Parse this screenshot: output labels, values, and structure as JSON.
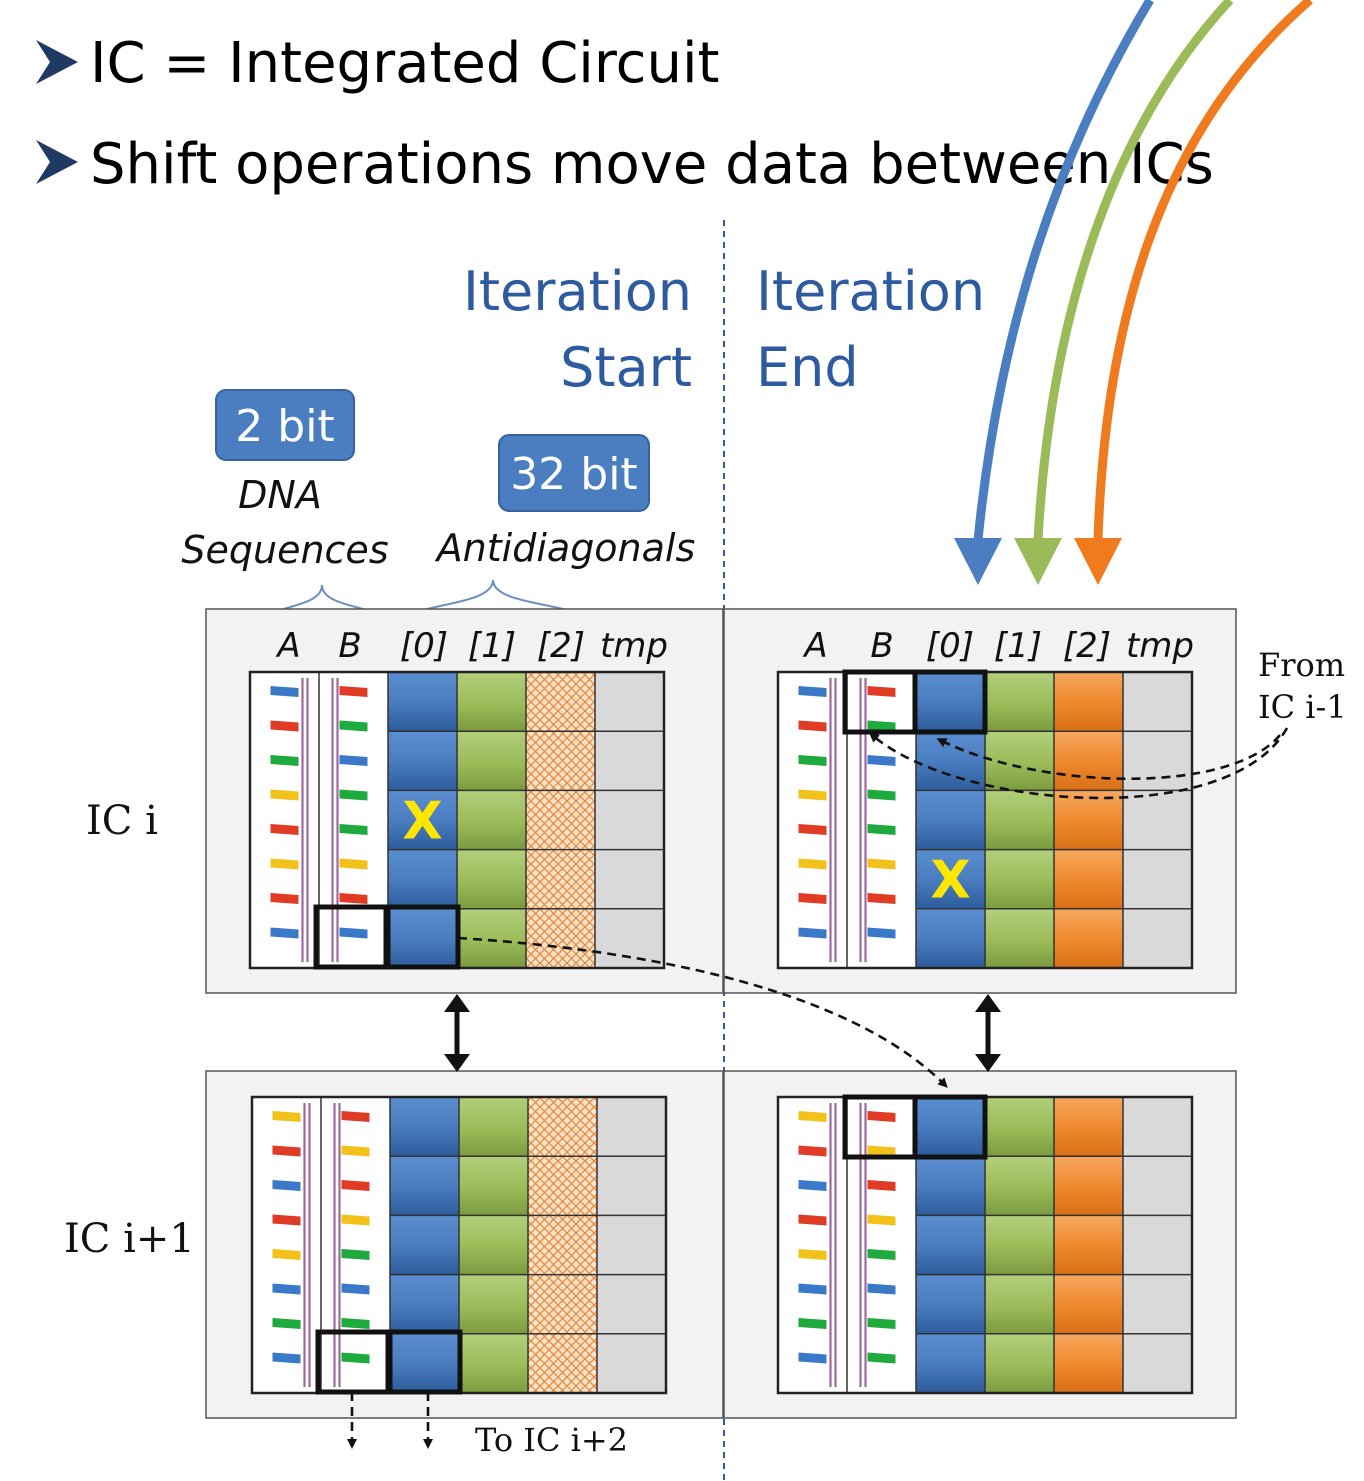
{
  "bullets": [
    "IC = Integrated Circuit",
    "Shift operations move data between ICs"
  ],
  "phases": {
    "start": [
      "Iteration",
      "Start"
    ],
    "end": [
      "Iteration",
      "End"
    ]
  },
  "badges": {
    "dna_width": "2 bit",
    "antidiag_width": "32 bit"
  },
  "group_labels": {
    "dna": [
      "DNA",
      "Sequences"
    ],
    "antidiag": "Antidiagonals"
  },
  "column_headers": [
    "A",
    "B",
    "[0]",
    "[1]",
    "[2]",
    "tmp"
  ],
  "row_labels": {
    "ic_top": "IC i",
    "ic_bottom": "IC i+1"
  },
  "annotations": {
    "from_line1": "From",
    "from_line2": "IC i-1",
    "to": "To IC i+2",
    "marker": "X"
  },
  "colors": {
    "blue": "#4a7ec0",
    "green": "#9bbb59",
    "orange": "#f08a2e",
    "tmp": "#d9d9d9",
    "title_blue": "#2e5aa0"
  },
  "base_colors": [
    "#3a78c8",
    "#e03b24",
    "#1eaa3c",
    "#f2c21a"
  ]
}
